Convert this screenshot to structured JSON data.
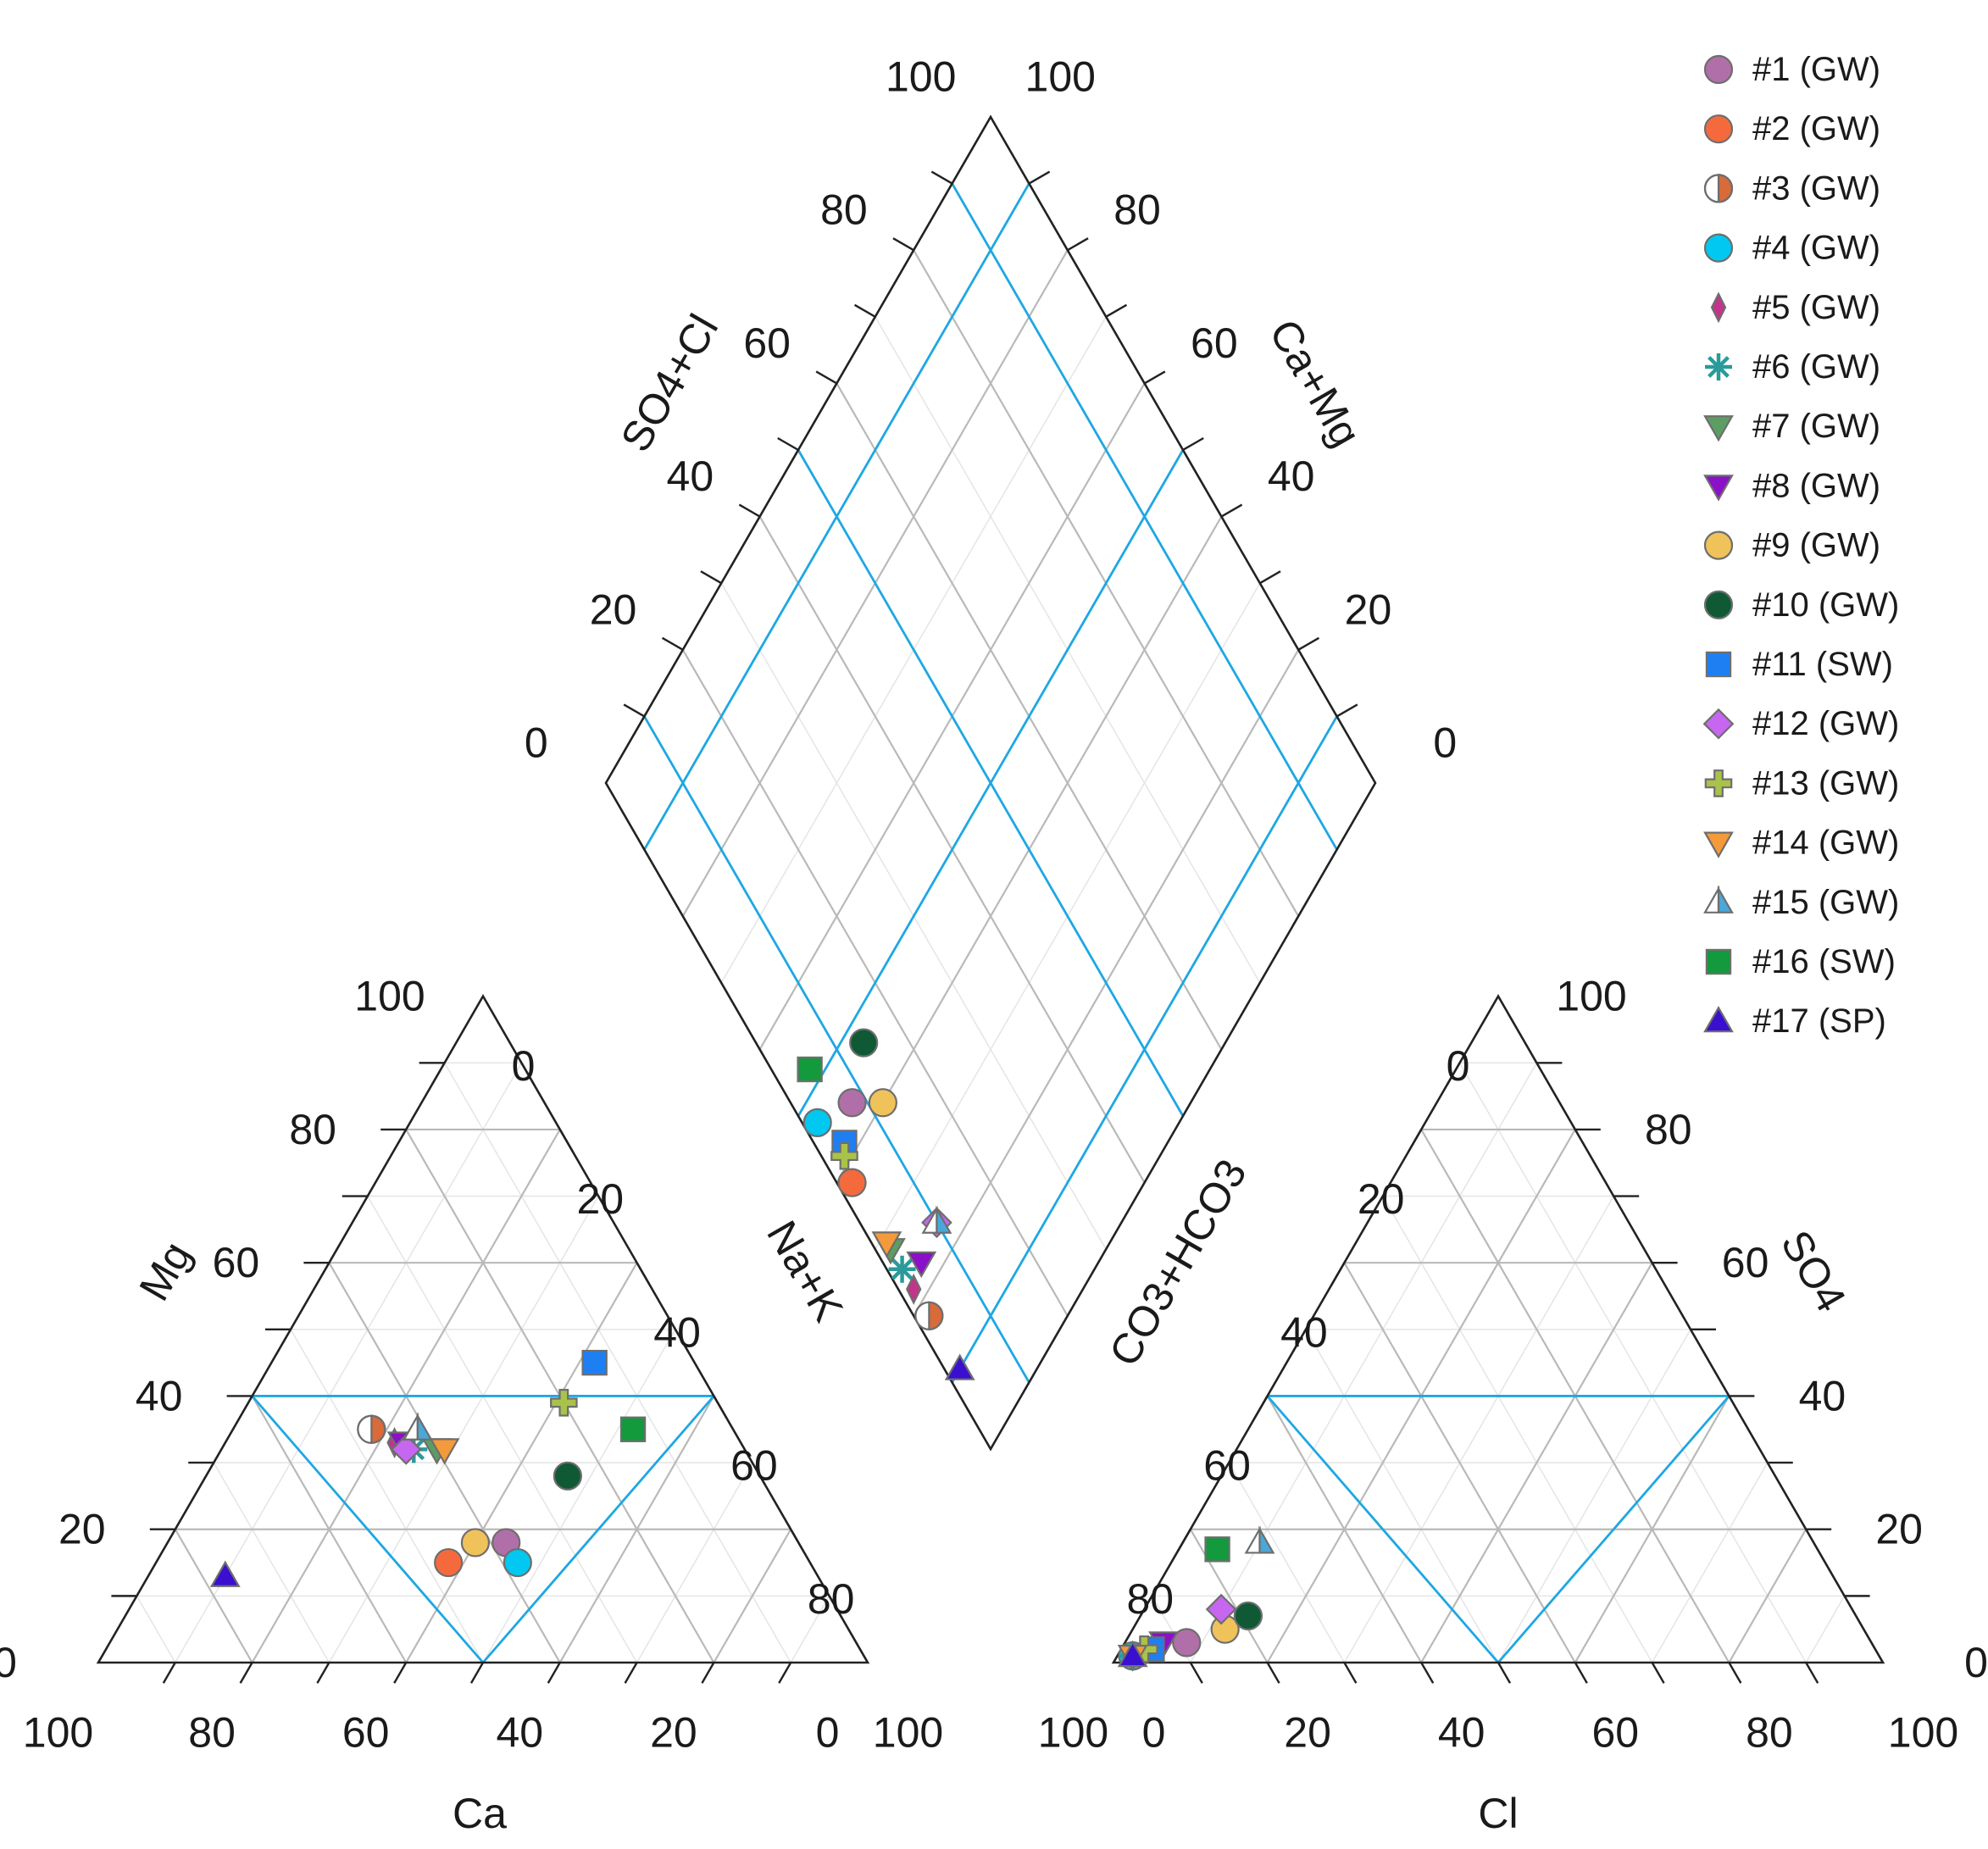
{
  "chart_data": {
    "type": "scatter",
    "subtype": "piper-diagram",
    "grid": true,
    "legend_position": "top-right",
    "colors": {
      "frame": "#222222",
      "grid": "#b9b9b9",
      "minor_grid": "#e6e6e6",
      "field_lines": "#1ea7e3"
    },
    "cation_triangle": {
      "axes": {
        "ca": {
          "label": "Ca",
          "ticks": [
            "100",
            "80",
            "60",
            "40",
            "20",
            "0"
          ]
        },
        "mg": {
          "label": "Mg",
          "ticks": [
            "0",
            "20",
            "40",
            "60",
            "80",
            "100"
          ]
        },
        "na_k": {
          "label": "Na+K",
          "ticks": [
            "0",
            "20",
            "40",
            "60",
            "80",
            "100"
          ]
        }
      }
    },
    "anion_triangle": {
      "axes": {
        "cl": {
          "label": "Cl",
          "ticks": [
            "0",
            "20",
            "40",
            "60",
            "80",
            "100"
          ]
        },
        "co3_hco3": {
          "label": "CO3+HCO3",
          "ticks": [
            "0",
            "20",
            "40",
            "60",
            "80",
            "100"
          ]
        },
        "so4": {
          "label": "SO4",
          "ticks": [
            "0",
            "20",
            "40",
            "60",
            "80",
            "100"
          ]
        }
      }
    },
    "diamond": {
      "axes": {
        "so4_cl": {
          "label": "SO4+Cl",
          "ticks": [
            "0",
            "20",
            "40",
            "60",
            "80",
            "100"
          ]
        },
        "ca_mg": {
          "label": "Ca+Mg",
          "ticks": [
            "0",
            "20",
            "40",
            "60",
            "80",
            "100"
          ]
        }
      }
    },
    "samples": [
      {
        "id": "#1",
        "label": "#1 (GW)",
        "marker": "circle",
        "color": "#b06fa8",
        "cation": {
          "ca": 38,
          "mg": 18,
          "na_k": 44
        },
        "anion": {
          "cl": 8,
          "so4": 3,
          "co3_hco3": 89
        }
      },
      {
        "id": "#2",
        "label": "#2 (GW)",
        "marker": "circle",
        "color": "#f56a3c",
        "cation": {
          "ca": 47,
          "mg": 15,
          "na_k": 38
        },
        "anion": {
          "cl": 2,
          "so4": 1,
          "co3_hco3": 97
        }
      },
      {
        "id": "#3",
        "label": "#3 (GW)",
        "marker": "half-circle",
        "color": "#d96a3a",
        "cation": {
          "ca": 47,
          "mg": 35,
          "na_k": 18
        },
        "anion": {
          "cl": 2,
          "so4": 1,
          "co3_hco3": 97
        }
      },
      {
        "id": "#4",
        "label": "#4 (GW)",
        "marker": "circle",
        "color": "#00c8f0",
        "cation": {
          "ca": 38,
          "mg": 15,
          "na_k": 47
        },
        "anion": {
          "cl": 2,
          "so4": 1,
          "co3_hco3": 97
        }
      },
      {
        "id": "#5",
        "label": "#5 (GW)",
        "marker": "thin-diamond",
        "color": "#c2358a",
        "cation": {
          "ca": 45,
          "mg": 33,
          "na_k": 22
        },
        "anion": {
          "cl": 2,
          "so4": 1,
          "co3_hco3": 97
        }
      },
      {
        "id": "#6",
        "label": "#6 (GW)",
        "marker": "asterisk",
        "color": "#2a9a9a",
        "cation": {
          "ca": 43,
          "mg": 32,
          "na_k": 25
        },
        "anion": {
          "cl": 2,
          "so4": 1,
          "co3_hco3": 97
        }
      },
      {
        "id": "#7",
        "label": "#7 (GW)",
        "marker": "triangle-down",
        "color": "#5c9e62",
        "cation": {
          "ca": 40,
          "mg": 32,
          "na_k": 28
        },
        "anion": {
          "cl": 2,
          "so4": 1,
          "co3_hco3": 97
        }
      },
      {
        "id": "#8",
        "label": "#8 (GW)",
        "marker": "triangle-down",
        "color": "#8b11c8",
        "cation": {
          "ca": 44,
          "mg": 33,
          "na_k": 23
        },
        "anion": {
          "cl": 5,
          "so4": 3,
          "co3_hco3": 92
        }
      },
      {
        "id": "#9",
        "label": "#9 (GW)",
        "marker": "circle",
        "color": "#f0c25a",
        "cation": {
          "ca": 42,
          "mg": 18,
          "na_k": 40
        },
        "anion": {
          "cl": 12,
          "so4": 5,
          "co3_hco3": 83
        }
      },
      {
        "id": "#10",
        "label": "#10 (GW)",
        "marker": "circle",
        "color": "#0f5a35",
        "cation": {
          "ca": 25,
          "mg": 28,
          "na_k": 47
        },
        "anion": {
          "cl": 14,
          "so4": 7,
          "co3_hco3": 79
        }
      },
      {
        "id": "#11",
        "label": "#11 (SW)",
        "marker": "square",
        "color": "#1e7ff2",
        "cation": {
          "ca": 13,
          "mg": 45,
          "na_k": 42
        },
        "anion": {
          "cl": 4,
          "so4": 2,
          "co3_hco3": 94
        }
      },
      {
        "id": "#12",
        "label": "#12 (GW)",
        "marker": "diamond",
        "color": "#c766f0",
        "cation": {
          "ca": 44,
          "mg": 32,
          "na_k": 24
        },
        "anion": {
          "cl": 10,
          "so4": 8,
          "co3_hco3": 82
        }
      },
      {
        "id": "#13",
        "label": "#13 (GW)",
        "marker": "plus",
        "color": "#a9c24a",
        "cation": {
          "ca": 20,
          "mg": 39,
          "na_k": 41
        },
        "anion": {
          "cl": 3,
          "so4": 2,
          "co3_hco3": 95
        }
      },
      {
        "id": "#14",
        "label": "#14 (GW)",
        "marker": "triangle-down",
        "color": "#f59a3a",
        "cation": {
          "ca": 39,
          "mg": 32,
          "na_k": 29
        },
        "anion": {
          "cl": 2,
          "so4": 1,
          "co3_hco3": 97
        }
      },
      {
        "id": "#15",
        "label": "#15 (GW)",
        "marker": "half-triangle",
        "color": "#4aa8d8",
        "cation": {
          "ca": 41,
          "mg": 35,
          "na_k": 24
        },
        "anion": {
          "cl": 10,
          "so4": 18,
          "co3_hco3": 72
        }
      },
      {
        "id": "#16",
        "label": "#16 (SW)",
        "marker": "square",
        "color": "#139a3c",
        "cation": {
          "ca": 13,
          "mg": 35,
          "na_k": 52
        },
        "anion": {
          "cl": 5,
          "so4": 17,
          "co3_hco3": 78
        }
      },
      {
        "id": "#17",
        "label": "#17 (SP)",
        "marker": "triangle-up",
        "color": "#3a0fd0",
        "cation": {
          "ca": 77,
          "mg": 13,
          "na_k": 10
        },
        "anion": {
          "cl": 2,
          "so4": 1,
          "co3_hco3": 97
        }
      }
    ]
  }
}
